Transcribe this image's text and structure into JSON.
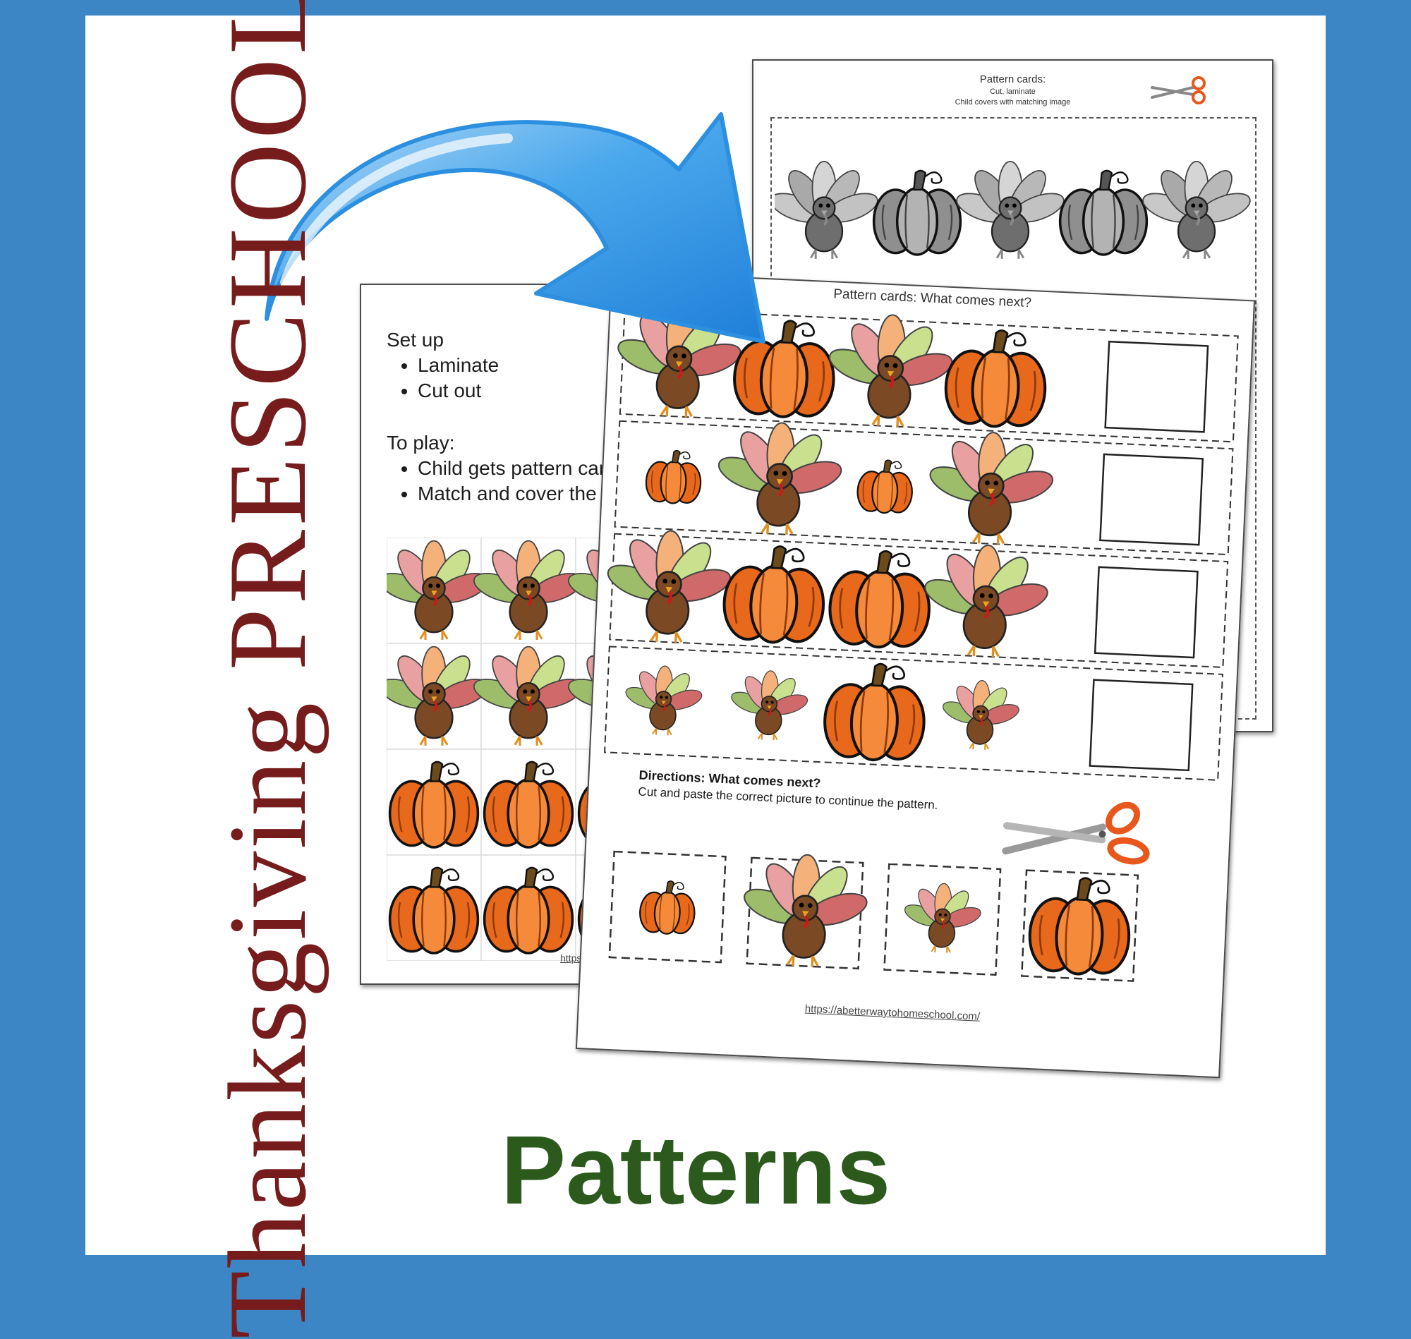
{
  "title": {
    "vertical_prefix": "Thanksgiving ",
    "vertical_emph": "PRESCHOOL",
    "bottom": "Patterns"
  },
  "back_sheet": {
    "title": "Pattern cards:",
    "line1": "Cut, laminate",
    "line2": "Child covers with matching image",
    "sequence": [
      "turkey-gray",
      "pumpkin-gray",
      "turkey-gray",
      "pumpkin-gray",
      "turkey-gray"
    ]
  },
  "left_sheet": {
    "setup_heading": "Set up",
    "setup_items": [
      "Laminate",
      "Cut out"
    ],
    "play_heading": "To play:",
    "play_items": [
      "Child gets pattern card a",
      "Match and cover the co"
    ],
    "url_partial": "https://ab"
  },
  "front_sheet": {
    "heading": "Pattern cards: What comes next?",
    "rows": [
      [
        "turkey",
        "pumpkin",
        "turkey",
        "pumpkin"
      ],
      [
        "pumpkin-small",
        "turkey",
        "pumpkin-small",
        "turkey"
      ],
      [
        "turkey",
        "pumpkin",
        "pumpkin",
        "turkey"
      ],
      [
        "turkey-small",
        "turkey-small",
        "pumpkin",
        "turkey-small"
      ]
    ],
    "directions_title": "Directions: What comes next?",
    "directions_text": "Cut and paste the correct picture to continue the pattern.",
    "cutouts": [
      "pumpkin-small",
      "turkey",
      "turkey-small",
      "pumpkin"
    ],
    "url": "https://abetterwaytohomeschool.com/"
  },
  "colors": {
    "background": "#3d86c6",
    "title_red": "#761c1c",
    "title_green": "#2c5a1d",
    "arrow_blue": "#3a9be8",
    "pumpkin_orange": "#e8681c",
    "turkey_brown": "#7b4a24"
  }
}
